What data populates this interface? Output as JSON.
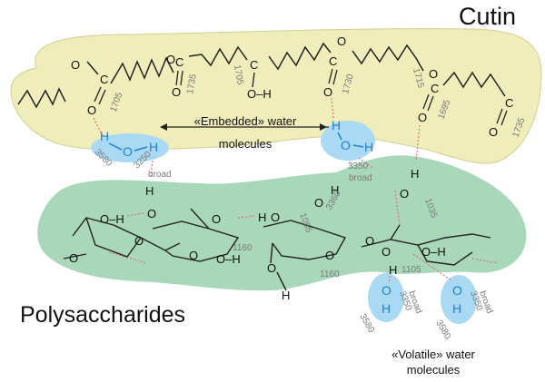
{
  "labels": {
    "cutin": "Cutin",
    "polysaccharides": "Polysaccharides",
    "embedded_line1": "«Embedded» water",
    "embedded_line2": "molecules",
    "volatile_line1": "«Volatile» water",
    "volatile_line2": "molecules"
  },
  "atoms": {
    "oxygen": "O",
    "carbon": "C",
    "hydrogen": "H",
    "hydroxyl": "O–H"
  },
  "wavenumbers": {
    "w1705a": "1705",
    "w1735a": "1735",
    "w1705b": "1705",
    "w1730": "1730",
    "w1715": "1715",
    "w1695": "1695",
    "w1735b": "1735",
    "w3580a": "3580",
    "w3250": "3250",
    "w3350a": "3350",
    "w3360": "3360",
    "w1035": "1035",
    "w1055": "1055",
    "w1160a": "1160",
    "w1160b": "1160",
    "w1105": "1105",
    "w3350b": "3350",
    "w3580b": "3580",
    "w3350c": "3350",
    "w3580c": "3580",
    "broad1": "broad",
    "broad2": "broad",
    "broad3": "broad",
    "broad4": "broad"
  },
  "colors": {
    "cutin_fill": "#efedb9",
    "cutin_stroke": "#d2cf90",
    "poly_fill": "#a8d7b9",
    "water_halo": "#a9d9f3",
    "water_text": "#1f7fd8",
    "hbond": "#e0707a",
    "label_gray": "#7a7a7a"
  }
}
